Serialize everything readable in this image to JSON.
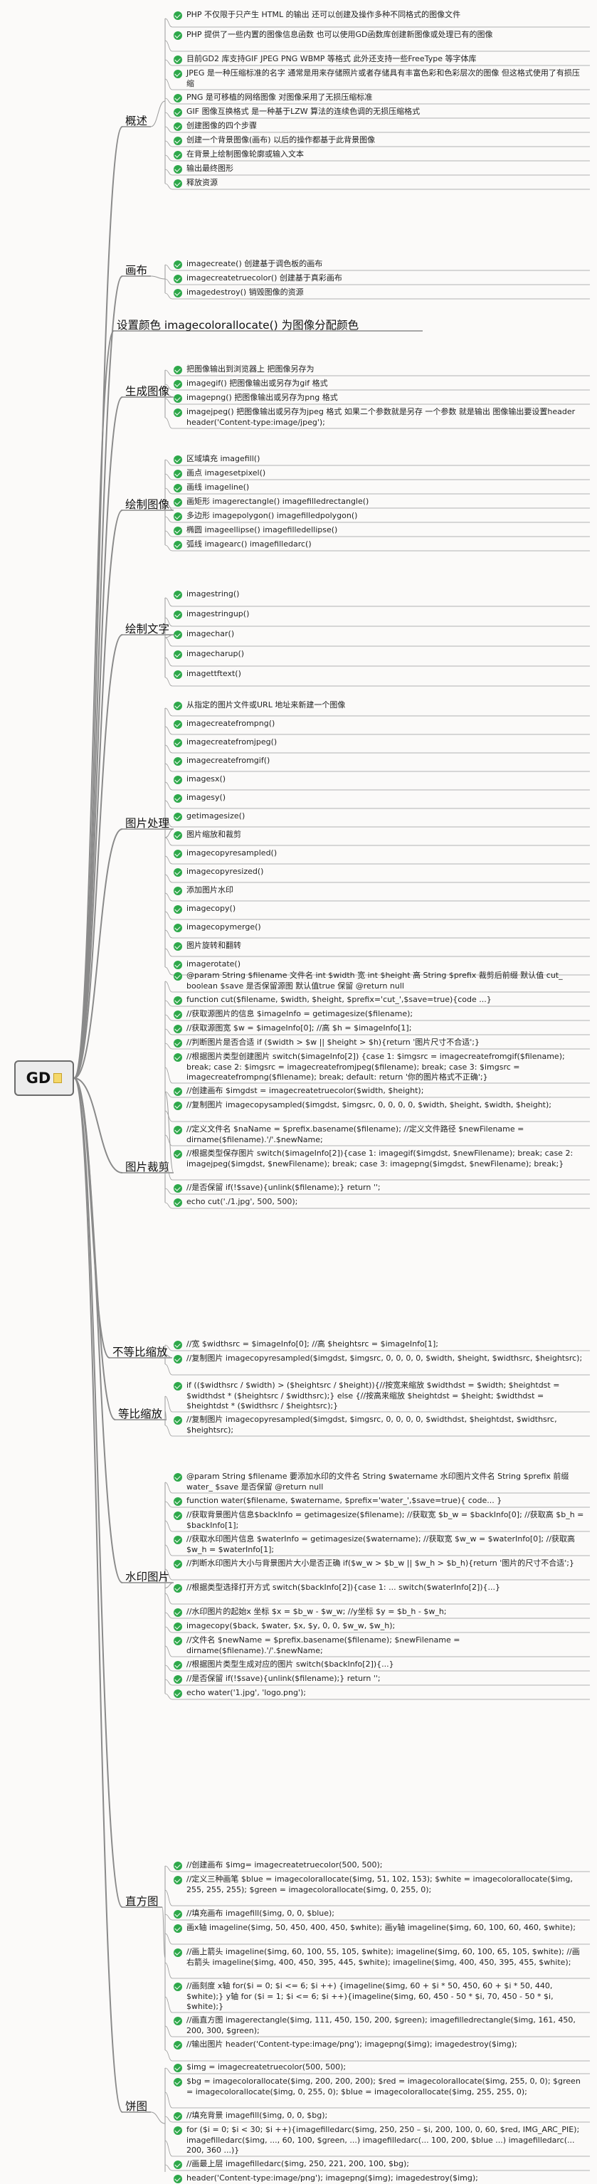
{
  "root": {
    "label": "GD"
  },
  "categories": [
    {
      "label": "概述",
      "items": [
        "PHP 不仅限于只产生 HTML 的输出 还可以创建及操作多种不同格式的图像文件",
        "PHP 提供了一些内置的图像信息函数 也可以使用GD函数库创建新图像或处理已有的图像",
        "目前GD2 库支持GIF JPEG PNG WBMP 等格式 此外还支持一些FreeType 等字体库",
        "JPEG 是一种压缩标准的名字 通常是用来存储照片或者存储具有丰富色彩和色彩层次的图像 但这格式使用了有损压缩",
        "PNG  是可移植的网络图像 对图像采用了无损压缩标准",
        "GIF 图像互换格式 是一种基于LZW 算法的连续色调的无损压缩格式",
        "创建图像的四个步骤",
        "创建一个背景图像(画布) 以后的操作都基于此背景图像",
        "在背景上绘制图像轮廓或输入文本",
        "输出最终图形",
        "释放资源"
      ]
    },
    {
      "label": "画布",
      "items": [
        "imagecreate() 创建基于调色板的画布",
        "imagecreatetruecolor() 创建基于真彩画布",
        "imagedestroy() 销毁图像的资源"
      ]
    },
    {
      "label": "设置颜色 imagecolorallocate() 为图像分配颜色",
      "items": []
    },
    {
      "label": "生成图像",
      "items": [
        "把图像输出到浏览器上 把图像另存为",
        "imagegif() 把图像输出或另存为gif 格式",
        "imagepng() 把图像输出或另存为png 格式",
        "imagejpeg() 把图像输出或另存为jpeg 格式 如果二个参数就是另存 一个参数 就是输出 图像输出要设置header header('Content-type:image/jpeg');"
      ]
    },
    {
      "label": "绘制图像",
      "items": [
        "区域填充 imagefill()",
        "画点 imagesetpixel()",
        "画线 imageline()",
        "画矩形 imagerectangle() imagefilledrectangle()",
        "多边形 imagepolygon() imagefilledpolygon()",
        "椭圆 imageellipse() imagefilledellipse()",
        "弧线 imagearc() imagefilledarc()"
      ]
    },
    {
      "label": "绘制文字",
      "items": [
        "imagestring()",
        "imagestringup()",
        "imagechar()",
        "imagecharup()",
        "imagettftext()"
      ]
    },
    {
      "label": "图片处理",
      "items": [
        "从指定的图片文件或URL 地址来新建一个图像",
        "imagecreatefrompng()",
        "imagecreatefromjpeg()",
        "imagecreatefromgif()",
        "imagesx()",
        "imagesy()",
        "getimagesize()",
        "图片缩放和裁剪",
        "imagecopyresampled()",
        "imagecopyresized()",
        "添加图片水印",
        "imagecopy()",
        "imagecopymerge()",
        "图片旋转和翻转",
        "imagerotate()"
      ]
    },
    {
      "label": "图片裁剪",
      "items": [
        "@param String $filename 文件名 int $width 宽 int $height 高 String $prefix 裁剪后前缀 默认值 cut_ boolean $save 是否保留源图 默认值true 保留 @return null",
        "function cut($filename, $width, $height, $prefix='cut_',$save=true){code ...}",
        "//获取源图片的信息 $imageInfo = getimagesize($filename);",
        "//获取源图宽 $w = $imageInfo[0]; //高 $h = $imageInfo[1];",
        "//判断图片是否合适 if ($width > $w || $height > $h){return '图片尺寸不合适';}",
        "//根据图片类型创建图片 switch($imageInfo[2]) {case 1: $imgsrc = imagecreatefromgif($filename); break; case 2: $imgsrc = imagecreatefromjpeg($filename); break; case 3: $imgsrc = imagecreatefrompng($filename); break; default: return '你的图片格式不正确';}",
        "//创建画布 $imgdst = imagecreatetruecolor($width, $height);",
        "//复制图片 imagecopysampled($imgdst, $imgsrc, 0, 0, 0, 0, $width, $height, $width, $height);",
        "//定义文件名 $naName = $prefix.basename($filename); //定义文件路径 $newFilename = dirname($filename).'/'.$newName;",
        "//根据类型保存图片 switch($imageInfo[2]){case 1: imagegif($imgdst, $newFilename); break; case 2: imagejpeg($imgdst, $newFilename); break; case 3: imagepng($imgdst, $newFilename); break;}",
        "//是否保留 if(!$save){unlink($filename);} return '';",
        "echo cut('./1.jpg', 500, 500);"
      ]
    },
    {
      "label": "不等比缩放",
      "items": [
        "//宽 $widthsrc = $imageInfo[0]; //高 $heightsrc = $imageInfo[1];",
        "//复制图片 imagecopyresampled($imgdst, $imgsrc, 0, 0, 0, 0, $width, $height, $widthsrc, $heightsrc);"
      ]
    },
    {
      "label": "等比缩放",
      "items": [
        "if (($widthsrc / $width) > ($heightsrc / $height)){//按宽来缩放 $widthdst = $width; $heightdst = $widthdst * ($heightsrc / $widthsrc);} else {//按高来缩放 $heightdst = $height; $widthdst = $heightdst * ($widthsrc / $heightsrc);}",
        "//复制图片 imagecopyresampled($imgdst, $imgsrc, 0, 0, 0, 0, $widthdst, $heightdst, $widthsrc, $heightsrc);"
      ]
    },
    {
      "label": "水印图片",
      "items": [
        "@param String $filename 要添加水印的文件名 String $watername 水印图片文件名 String $prefix 前缀water_ $save 是否保留 @return null",
        "function water($filename, $watername, $prefix='water_',$save=true){ code... }",
        "//获取背景图片信息$backInfo = getimagesize($filename); //获取宽 $b_w = $backInfo[0]; //获取高 $b_h = $backInfo[1];",
        "//获取水印图片信息 $waterInfo = getimagesize($watername); //获取宽 $w_w = $waterInfo[0]; //获取高 $w_h = $waterInfo[1];",
        "//判断水印图片大小与背景图片大小是否正确 if($w_w > $b_w || $w_h > $b_h){return '图片的尺寸不合适';}",
        "//根据类型选择打开方式 switch($backInfo[2]){case 1: ... switch($waterInfo[2]){...}",
        "//水印图片的起始x 坐标 $x = $b_w - $w_w; //y坐标 $y = $b_h - $w_h;",
        "imagecopy($back, $water, $x, $y, 0, 0, $w_w, $w_h);",
        "//文件名 $newName = $prefix.basename($filename); $newFilename = dirname($filename).'/'.$newName;",
        "//根据图片类型生成对应的图片 switch($backInfo[2]){...}",
        "//是否保留 if(!$save){unlink($filename);} return '';",
        "echo water('1.jpg', 'logo.png');"
      ]
    },
    {
      "label": "直方图",
      "items": [
        "//创建画布 $img= imagecreatetruecolor(500, 500);",
        "//定义三种画笔 $blue = imagecolorallocate($img, 51, 102, 153); $white = imagecolorallocate($img, 255, 255, 255); $green = imagecolorallocate($img, 0, 255, 0);",
        "//填充画布 imagefill($img, 0, 0, $blue);",
        "画x轴 imageline($img, 50, 450, 400, 450, $white); 画y轴 imageline($img, 60, 100, 60, 460, $white);",
        "//画上箭头 imageline($img, 60, 100, 55, 105, $white); imageline($img, 60, 100, 65, 105, $white); //画右箭头 imageline($img, 400, 450, 395, 445, $white); imageline($img, 400, 450, 395, 455, $white);",
        "//画刻度 x轴 for($i = 0; $i <= 6; $i ++) {imageline($img, 60 + $i * 50, 450, 60 + $i * 50, 440, $white);} y轴 for ($i = 1; $i <= 6; $i ++){imageline($img, 60, 450 - 50 * $i, 70, 450 - 50 * $i, $white);}",
        "//画直方图 imagerectangle($img, 111, 450, 150, 200, $green); imagefilledrectangle($img, 161, 450, 200, 300, $green);",
        "//输出图片 header('Content-type:image/png'); imagepng($img); imagedestroy($img);"
      ]
    },
    {
      "label": "饼图",
      "items": [
        "$img = imagecreatetruecolor(500, 500);",
        "$bg = imagecolorallocate($img, 200, 200, 200); $red = imagecolorallocate($img, 255, 0, 0); $green = imagecolorallocate($img, 0, 255, 0); $blue = imagecolorallocate($img, 255, 255, 0);",
        "//填充背景 imagefill($img, 0, 0, $bg);",
        "for ($i = 0; $i < 30; $i ++){imagefilledarc($img, 250, 250 – $i, 200, 100, 0, 60, $red, IMG_ARC_PIE); imagefilledarc($img, ..., 60, 100, $green, ...) imagefilledarc(... 100, 200, $blue ...) imagefilledarc(... 200, 360 ...)}",
        "//画最上层 imagefilledarc($img, 250, 221, 200, 100, $bg);",
        "header('Content-type:image/png'); imagepng($img); imagedestroy($img);"
      ]
    }
  ]
}
